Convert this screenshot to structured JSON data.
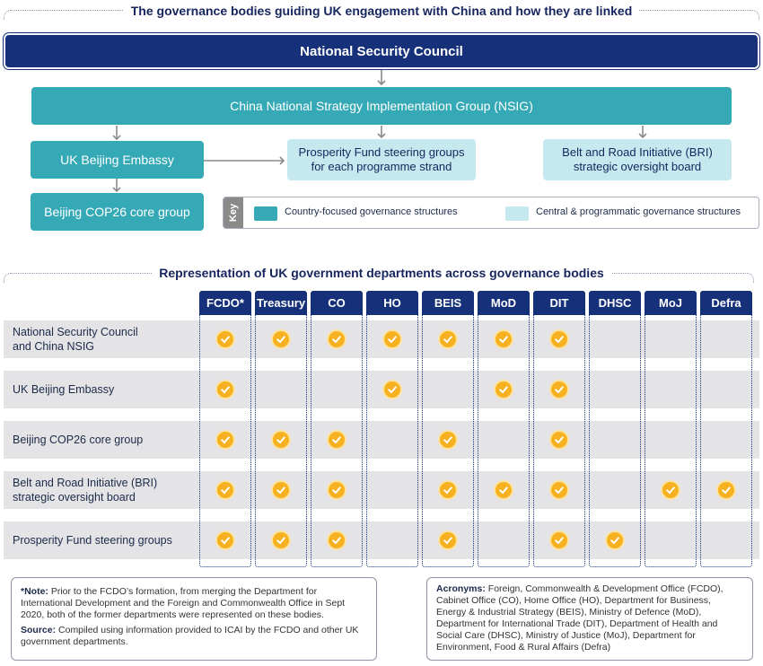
{
  "top_title": "The governance bodies guiding UK engagement with China and how they are linked",
  "nodes": {
    "nsc": "National Security Council",
    "nsig": "China National Strategy Implementation Group (NSIG)",
    "embassy": "UK Beijing Embassy",
    "prosperity": [
      "Prosperity Fund steering groups",
      "for each programme strand"
    ],
    "bri": [
      "Belt and Road Initiative (BRI)",
      "strategic oversight board"
    ],
    "cop26": "Beijing COP26 core group"
  },
  "key": {
    "tab": "Key",
    "country": "Country-focused governance structures",
    "central": "Central & programmatic governance structures"
  },
  "colors": {
    "navy": "#16317a",
    "teal": "#36a9b6",
    "light": "#c5e9ef",
    "check": "#f6b120"
  },
  "table": {
    "title": "Representation of UK government departments across governance bodies",
    "columns": [
      "FCDO*",
      "Treasury",
      "CO",
      "HO",
      "BEIS",
      "MoD",
      "DIT",
      "DHSC",
      "MoJ",
      "Defra"
    ],
    "rows": [
      {
        "label": [
          "National Security Council",
          "and China NSIG"
        ],
        "checks": [
          1,
          1,
          1,
          1,
          1,
          1,
          1,
          0,
          0,
          0
        ]
      },
      {
        "label": [
          "UK Beijing Embassy"
        ],
        "checks": [
          1,
          0,
          0,
          1,
          0,
          1,
          1,
          0,
          0,
          0
        ]
      },
      {
        "label": [
          "Beijing COP26 core group"
        ],
        "checks": [
          1,
          1,
          1,
          0,
          1,
          0,
          1,
          0,
          0,
          0
        ]
      },
      {
        "label": [
          "Belt and Road Initiative (BRI)",
          "strategic oversight board"
        ],
        "checks": [
          1,
          1,
          1,
          0,
          1,
          1,
          1,
          0,
          1,
          1
        ]
      },
      {
        "label": [
          "Prosperity Fund steering groups"
        ],
        "checks": [
          1,
          1,
          1,
          0,
          1,
          0,
          1,
          1,
          0,
          0
        ]
      }
    ]
  },
  "notes": {
    "note_label": "*Note:",
    "note_text": "Prior to the FCDO’s formation, from merging the Department for International Development and the Foreign and Commonwealth Office in Sept 2020, both of the former departments were represented on these bodies.",
    "source_label": "Source:",
    "source_text": "Compiled using information provided to ICAI by the FCDO and other UK government departments.",
    "acronyms_label": "Acronyms:",
    "acronyms_text": "Foreign, Commonwealth & Development Office (FCDO), Cabinet Office (CO), Home Office (HO), Department for Business, Energy & Industrial Strategy (BEIS), Ministry of Defence (MoD), Department for International Trade (DIT), Department of Health and Social Care (DHSC), Ministry of Justice (MoJ), Department for Environment, Food & Rural Affairs (Defra)"
  }
}
